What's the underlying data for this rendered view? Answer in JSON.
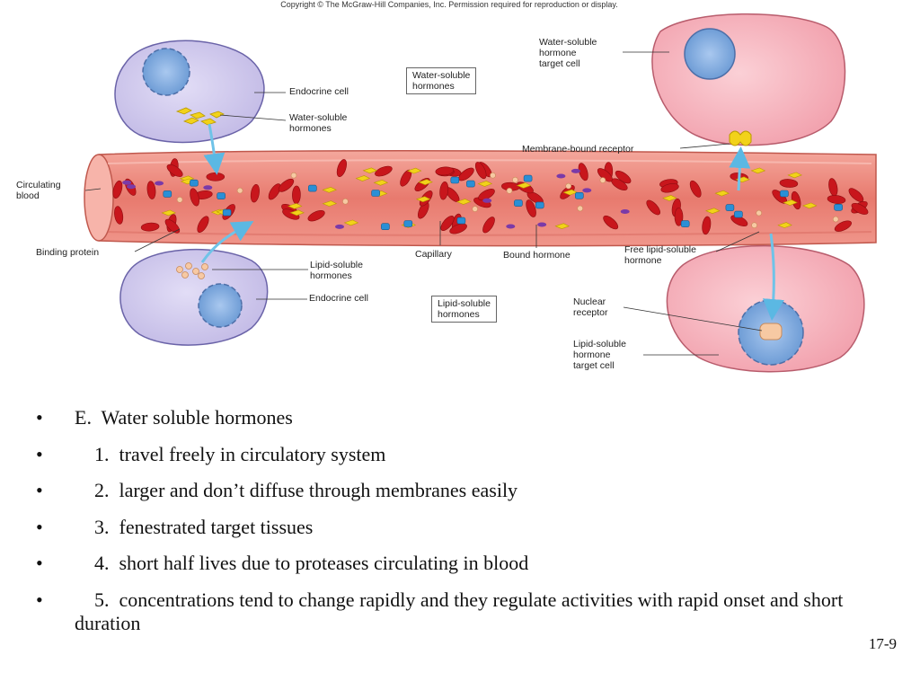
{
  "figure": {
    "copyright": "Copyright © The McGraw-Hill Companies, Inc. Permission required for reproduction or display.",
    "labels": {
      "endocrine_cell_top": "Endocrine cell",
      "water_soluble_hormones_top": "Water-soluble\nhormones",
      "box_water_soluble": "Water-soluble\nhormones",
      "water_soluble_target": "Water-soluble\nhormone\ntarget cell",
      "membrane_bound_receptor": "Membrane-bound receptor",
      "circulating_blood": "Circulating\nblood",
      "binding_protein": "Binding protein",
      "capillary": "Capillary",
      "bound_hormone": "Bound hormone",
      "free_lipid_soluble": "Free lipid-soluble\nhormone",
      "lipid_soluble_hormones": "Lipid-soluble\nhormones",
      "endocrine_cell_bottom": "Endocrine cell",
      "box_lipid_soluble": "Lipid-soluble\nhormones",
      "nuclear_receptor": "Nuclear\nreceptor",
      "lipid_soluble_target": "Lipid-soluble\nhormone\ntarget cell"
    },
    "colors": {
      "endocrine_fill": "#cfc8ec",
      "endocrine_stroke": "#6a63a8",
      "nucleus_fill": "#86aee0",
      "target_fill": "#f6b5bf",
      "target_stroke": "#b85c6c",
      "vessel_fill": "#e87a6e",
      "rbc": "#c8161c",
      "hormone_yellow": "#f2d21a",
      "binding_blue": "#2a8fd6",
      "lipid_peach": "#f7c9a3",
      "arrow_blue": "#6fc3e8"
    }
  },
  "bullets": [
    {
      "marker": "•",
      "text": "E.  Water soluble hormones"
    },
    {
      "marker": "•",
      "text": "    1.  travel freely in circulatory system"
    },
    {
      "marker": "•",
      "text": "    2.  larger and don’t diffuse through membranes easily"
    },
    {
      "marker": "•",
      "text": "    3.  fenestrated target tissues"
    },
    {
      "marker": "•",
      "text": "    4.  short half lives due to proteases circulating in blood"
    },
    {
      "marker": "•",
      "text": "    5.  concentrations tend to change rapidly and they regulate activities with rapid onset and short duration"
    }
  ],
  "page_number": "17-9"
}
